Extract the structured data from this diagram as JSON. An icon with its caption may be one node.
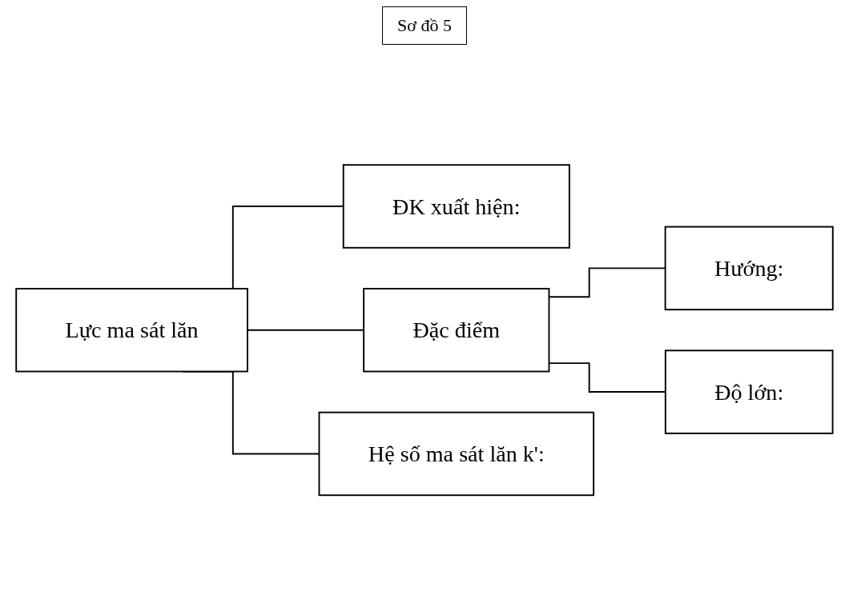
{
  "diagram": {
    "title": "Sơ đồ 5",
    "nodes": [
      {
        "text": [
          "Lực ma sát lăn"
        ]
      },
      {
        "text": [
          "ĐK xuất hiện:"
        ]
      },
      {
        "text": [
          "Đặc điểm"
        ]
      },
      {
        "text": [
          "Hướng:"
        ]
      },
      {
        "text": [
          "Độ lớn:"
        ]
      },
      {
        "text": [
          "Hệ số ma sát lăn k':"
        ]
      }
    ],
    "edges": [
      {
        "from": 0,
        "to": 1,
        "arrow": "none"
      },
      {
        "from": 0,
        "to": 2,
        "arrow": "none"
      },
      {
        "from": 0,
        "to": 5,
        "arrow": "none"
      },
      {
        "from": 2,
        "to": 3,
        "arrow": "none"
      },
      {
        "from": 2,
        "to": 4,
        "arrow": "none"
      }
    ]
  }
}
